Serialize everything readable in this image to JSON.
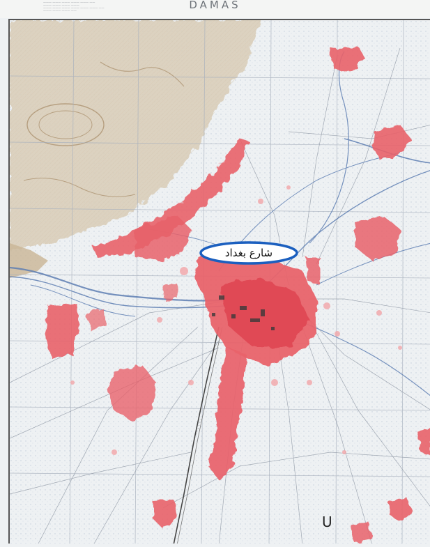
{
  "map": {
    "sheet_title": "DAMAS",
    "highlight_label": "شارع بغداد",
    "letter_u": "U"
  },
  "colors": {
    "urban": "#e8626a",
    "urban_light": "#f2a5a8",
    "rivers": "#5e7fb3",
    "paper": "#eef1f3",
    "terrain": "#cdbfa8",
    "grid": "#a7b0bd",
    "highlight": "#1b5fbf"
  }
}
